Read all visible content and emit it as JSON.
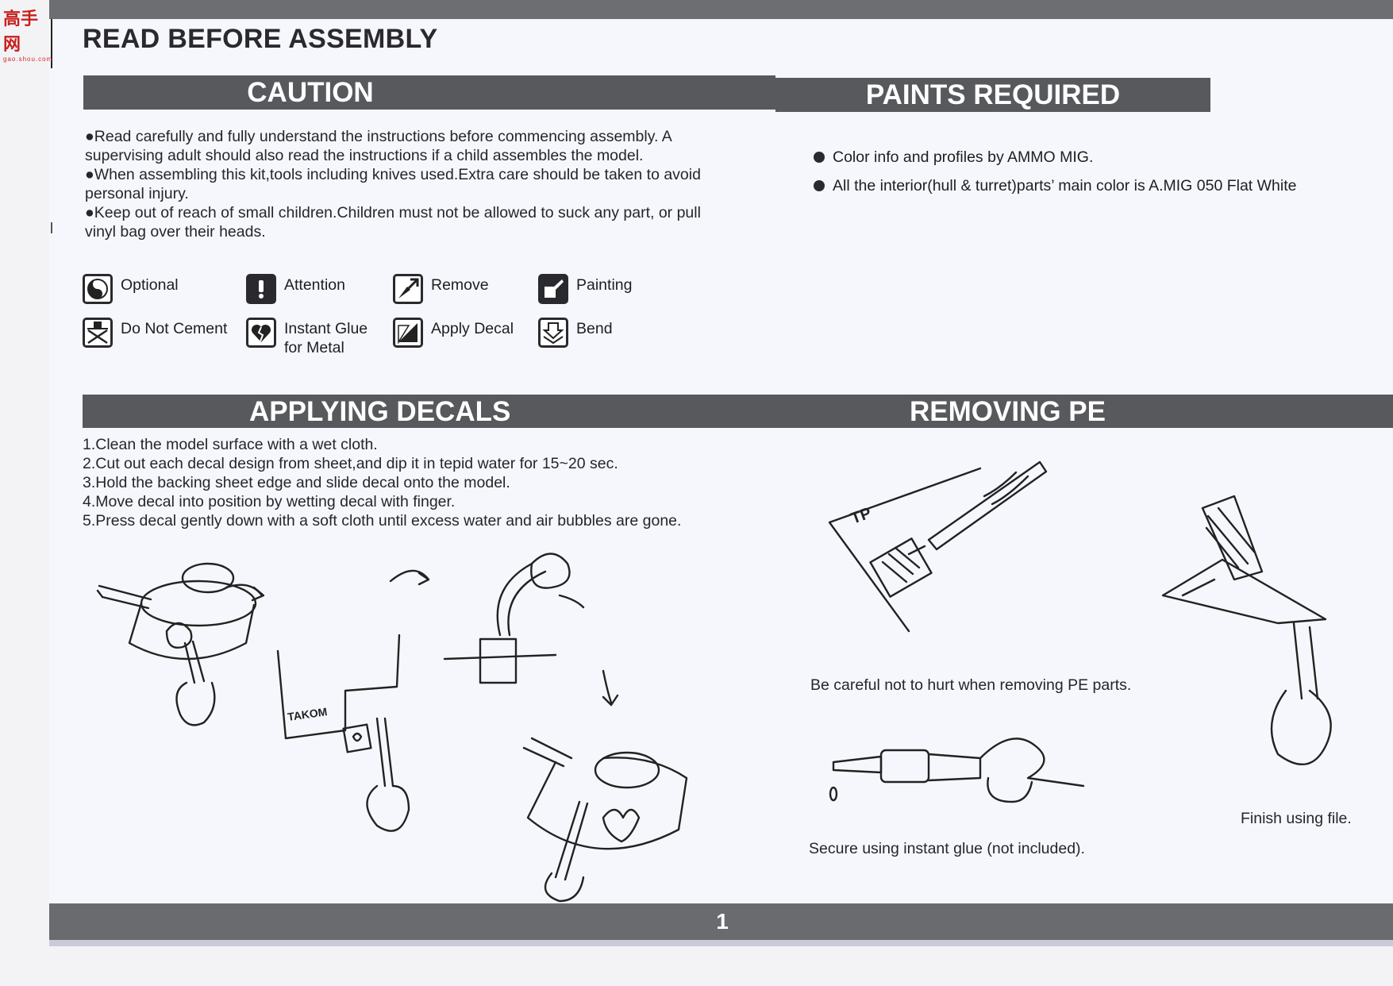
{
  "title": "READ BEFORE ASSEMBLY",
  "caution": {
    "heading": "CAUTION",
    "paragraphs": [
      "●Read carefully and fully understand the instructions before commencing assembly. A supervising adult should also read the instructions if a child assembles the model.",
      "●When assembling this kit,tools including knives used.Extra care should be taken to avoid personal injury.",
      "●Keep out of reach of small children.Children must not be allowed to suck any part, or pull vinyl bag over their heads."
    ]
  },
  "paints": {
    "heading": "PAINTS REQUIRED",
    "items": [
      "Color info and profiles by AMMO MIG.",
      "All the interior(hull & turret)parts’ main color is A.MIG 050 Flat White"
    ]
  },
  "legend": {
    "optional": "Optional",
    "attention": "Attention",
    "remove": "Remove",
    "painting": "Painting",
    "do_not_cement": "Do Not Cement",
    "instant_glue_1": "Instant Glue",
    "instant_glue_2": "for Metal",
    "apply_decal": "Apply Decal",
    "bend": "Bend"
  },
  "decals": {
    "heading": "APPLYING DECALS",
    "steps": [
      "1.Clean the model surface with a wet cloth.",
      "2.Cut out each decal design from sheet,and dip it in tepid water for 15~20 sec.",
      "3.Hold the backing sheet edge and slide decal onto the model.",
      "4.Move decal into position by wetting decal with finger.",
      "5.Press decal gently down with a soft cloth until excess water and air bubbles are gone."
    ],
    "sheet_label": "TAKOM"
  },
  "removing_pe": {
    "heading": "REMOVING PE",
    "pe_label": "TP",
    "caption_careful": "Be careful not to hurt when removing PE parts.",
    "caption_glue": "Secure using instant glue (not included).",
    "caption_file": "Finish using file."
  },
  "page_number": "1",
  "logo": {
    "main": "高手网",
    "sub": "gao.shou.com"
  }
}
